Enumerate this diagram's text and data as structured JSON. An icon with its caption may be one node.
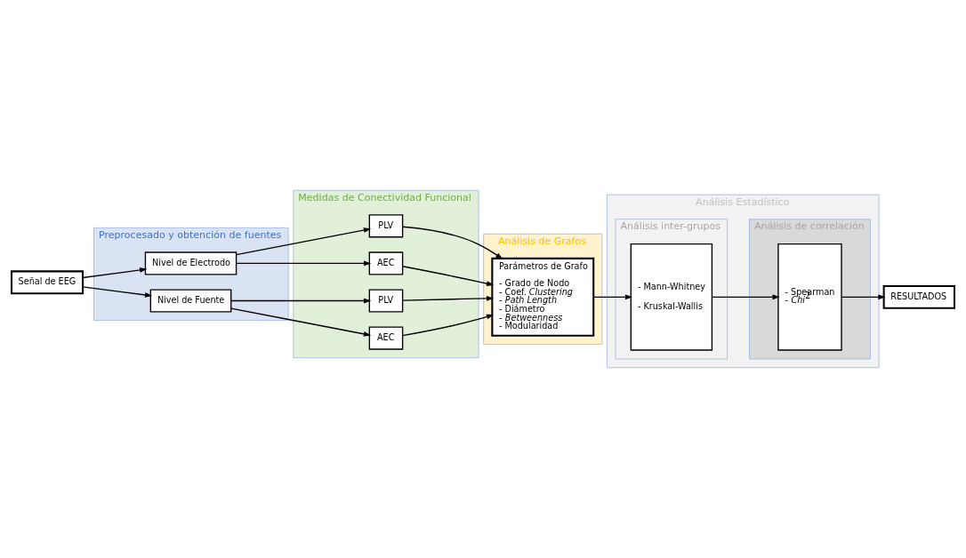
{
  "diagram": {
    "nodes": [
      {
        "text": [
          "Señal de EEG"
        ]
      },
      {
        "text": [
          "Preprocesado y obtención de fuentes"
        ]
      },
      {
        "text": [
          "Nivel de Electrodo"
        ],
        "in": 1
      },
      {
        "text": [
          "Nivel de Fuente"
        ],
        "in": 1
      },
      {
        "text": [
          "Medidas de Conectividad Funcional"
        ]
      },
      {
        "text": [
          "PLV"
        ],
        "in": 4
      },
      {
        "text": [
          "AEC"
        ],
        "in": 4
      },
      {
        "text": [
          "PLV"
        ],
        "in": 4
      },
      {
        "text": [
          "AEC"
        ],
        "in": 4
      },
      {
        "text": [
          "Análisis de Grafos"
        ]
      },
      {
        "text": [
          "Parámetros de Grafo",
          "- Grado de Nodo",
          "- Coef. *Clustering*",
          "- *Path Length*",
          "- Diámetro",
          "- *Betweenness*",
          "- Modularidad"
        ],
        "in": 9
      },
      {
        "text": [
          "Análisis Estadístico"
        ]
      },
      {
        "text": [
          "Análisis inter-grupos"
        ],
        "in": 11
      },
      {
        "text": [
          "- Mann-Whitney",
          "- Kruskal-Wallis"
        ],
        "in": 12
      },
      {
        "text": [
          "Análisis de correlación"
        ],
        "in": 11
      },
      {
        "text": [
          "- Spearman",
          "- *Chi*$^{2}$"
        ],
        "in": 14
      },
      {
        "text": [
          "RESULTADOS"
        ]
      }
    ],
    "edges": [
      {
        "from": 0,
        "to": 2,
        "arrow": "to"
      },
      {
        "from": 0,
        "to": 3,
        "arrow": "to"
      },
      {
        "from": 2,
        "to": 5,
        "arrow": "to"
      },
      {
        "from": 2,
        "to": 6,
        "arrow": "to"
      },
      {
        "from": 3,
        "to": 7,
        "arrow": "to"
      },
      {
        "from": 3,
        "to": 8,
        "arrow": "to"
      },
      {
        "from": 5,
        "to": 10,
        "arrow": "to"
      },
      {
        "from": 6,
        "to": 10,
        "arrow": "to"
      },
      {
        "from": 7,
        "to": 10,
        "arrow": "to"
      },
      {
        "from": 8,
        "to": 10,
        "arrow": "to"
      },
      {
        "from": 10,
        "to": 13,
        "arrow": "to"
      },
      {
        "from": 13,
        "to": 15,
        "arrow": "to"
      },
      {
        "from": 15,
        "to": 16,
        "arrow": "to"
      }
    ]
  }
}
